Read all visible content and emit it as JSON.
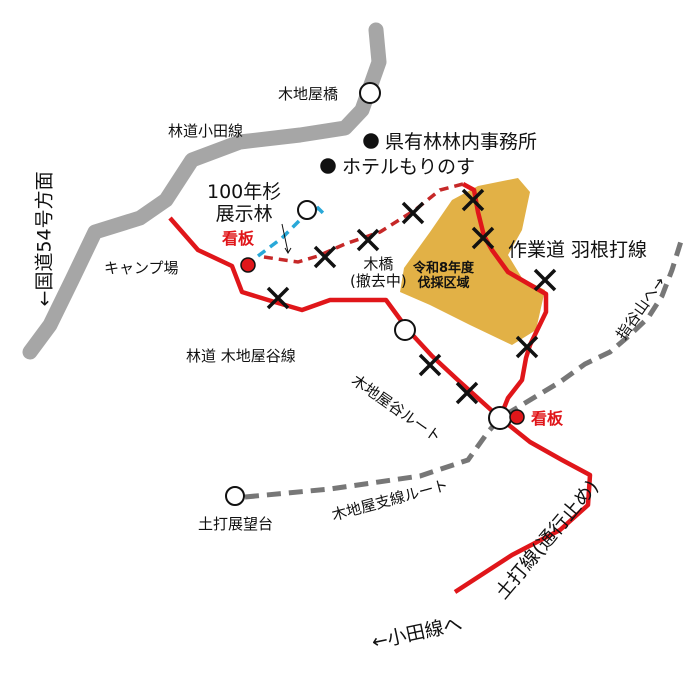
{
  "colors": {
    "main_road": "#a6a6a6",
    "forest_road": "#e0161a",
    "trail_dashed": "#c62828",
    "blue_trail": "#29a8d8",
    "branch_route": "#777777",
    "harvest_area": "#e2b146",
    "closed_mark": "#111111"
  },
  "labels": {
    "kijiya_bridge": "木地屋橋",
    "rindo_oda": "林道小田線",
    "office": "県有林林内事務所",
    "hotel": "ホテルもりのす",
    "sugi_line1": "100年杉",
    "sugi_line2": "展示林",
    "sign_west": "看板",
    "camp": "キャンプ場",
    "route54": "←国道54号方面",
    "kibashi": "木橋",
    "kibashi_note": "(撤去中)",
    "rindo_kijiyadani": "林道 木地屋谷線",
    "kijiyadani_route": "木地屋谷ルート",
    "sagyodo": "作業道 羽根打線",
    "harvest_line1": "令和8年度",
    "harvest_line2": "伐採区域",
    "sashiyama": "指谷山へ→",
    "sign_east": "看板",
    "branch_route": "木地屋支線ルート",
    "tsuchiuchi_view": "土打展望台",
    "tsuchiuchi_line": "土打線(通行止め)",
    "to_oda": "←小田線へ"
  },
  "icons": {
    "open_circle": "landmark-circle-icon",
    "black_dot": "facility-dot-icon",
    "red_dot": "signboard-dot-icon",
    "cross": "closed-x-icon"
  }
}
